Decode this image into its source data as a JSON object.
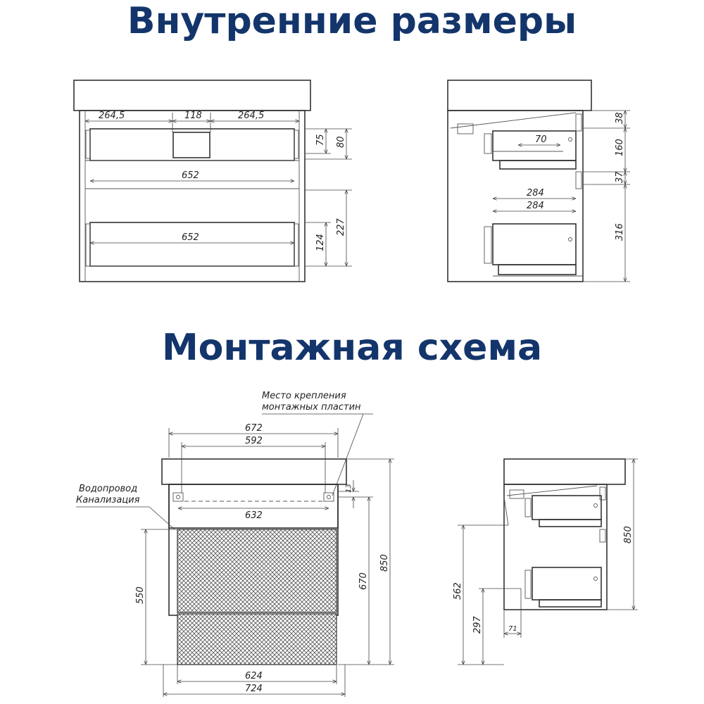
{
  "headings": {
    "internal": "Внутренние размеры",
    "mounting": "Монтажная схема"
  },
  "colors": {
    "heading": "#13356b",
    "line": "#333333"
  },
  "internal_front": {
    "widths": [
      "264,5",
      "118",
      "264,5"
    ],
    "drawer_width_top": "652",
    "drawer_width_bottom": "652",
    "heights_top": [
      "75",
      "80"
    ],
    "heights_bottom": [
      "124",
      "227"
    ]
  },
  "internal_side": {
    "depth_a": "70",
    "depth_b": "284",
    "depth_c": "284",
    "heights": [
      "38",
      "160",
      "37",
      "316"
    ]
  },
  "mount_front": {
    "note_line1": "Место крепления",
    "note_line2": "монтажных пластин",
    "pipes_line1": "Водопровод",
    "pipes_line2": "Канализация",
    "w_672": "672",
    "w_592": "592",
    "w_632": "632",
    "w_624": "624",
    "w_724": "724",
    "h_13": "13",
    "h_550": "550",
    "h_670": "670",
    "h_850": "850"
  },
  "mount_side": {
    "h_850": "850",
    "h_562": "562",
    "h_297": "297",
    "d_71": "71"
  }
}
